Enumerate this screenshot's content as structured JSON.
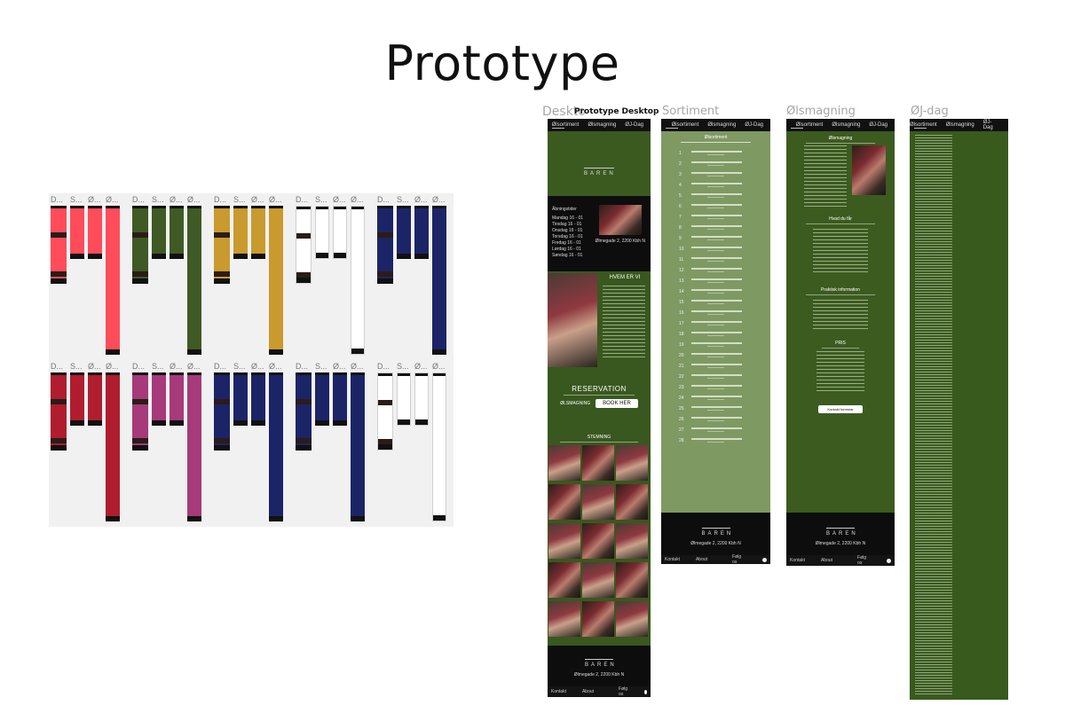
{
  "page": {
    "title": "Prototype"
  },
  "overview": {
    "colors": [
      "#ff4c5b",
      "#3f5a24",
      "#c99a2e",
      "#ffffff",
      "#1c2468",
      "#b01d2e",
      "#a63a7a",
      "#1c2468",
      "#1c2468",
      "#ffffff"
    ]
  },
  "frames": {
    "desktop": {
      "label_fragment": "Deskto",
      "label": "Prototype Desktop",
      "nav": [
        "Ølsortiment",
        "Ølsmagning",
        "ØJ-Dag"
      ],
      "logo_text": "BAREN",
      "hours_title": "Åbningstider",
      "hours": [
        "Mandag 16 - 01",
        "Tirsdag 16 - 01",
        "Onsdag 16 - 01",
        "Torsdag 16 - 01",
        "Fredag 16 - 01",
        "Lørdag 16 - 01",
        "Søndag 16 - 01"
      ],
      "address": "Ølmegade 2, 2200 Kbh N",
      "about_title": "HVEM ER VI",
      "reservation_title": "RESERVATION",
      "reservation_label": "ØLSMAGNING",
      "reservation_button": "BOOK HER",
      "gallery_title": "STEMNING",
      "footer_address": "Ølmegade 2, 2200 Kbh N",
      "footer_links": [
        "Kontakt",
        "About",
        "Følg os"
      ]
    },
    "sortiment": {
      "label": "Sortiment",
      "nav": [
        "Ølsortiment",
        "Ølsmagning",
        "ØJ-Dag"
      ],
      "heading": "Ølsortiment",
      "numbers": [
        "1",
        "2",
        "3",
        "4",
        "5",
        "6",
        "7",
        "8",
        "9",
        "10",
        "11",
        "12",
        "13",
        "14",
        "15",
        "16",
        "17",
        "18",
        "19",
        "20",
        "21",
        "22",
        "23",
        "24",
        "25",
        "26",
        "27",
        "28"
      ],
      "logo_text": "BAREN",
      "footer_address": "Ølmegade 2, 2200 Kbh N",
      "footer_links": [
        "Kontakt",
        "About",
        "Følg os"
      ]
    },
    "olsmagning": {
      "label": "Ølsmagning",
      "nav": [
        "Ølsortiment",
        "Ølsmagning",
        "ØJ-Dag"
      ],
      "heading": "Ølsmagning",
      "sec_hvad": "Hvad du får",
      "sec_praktisk": "Praktisk information",
      "sec_pris": "PRIS",
      "button": "Kontakt formular",
      "logo_text": "BAREN",
      "footer_address": "Ølmegade 2, 2200 Kbh N",
      "footer_links": [
        "Kontakt",
        "About",
        "Følg os"
      ]
    },
    "ojdag": {
      "label": "ØJ-dag",
      "nav": [
        "Ølsortiment",
        "Ølsmagning",
        "ØJ-Dag"
      ]
    }
  }
}
